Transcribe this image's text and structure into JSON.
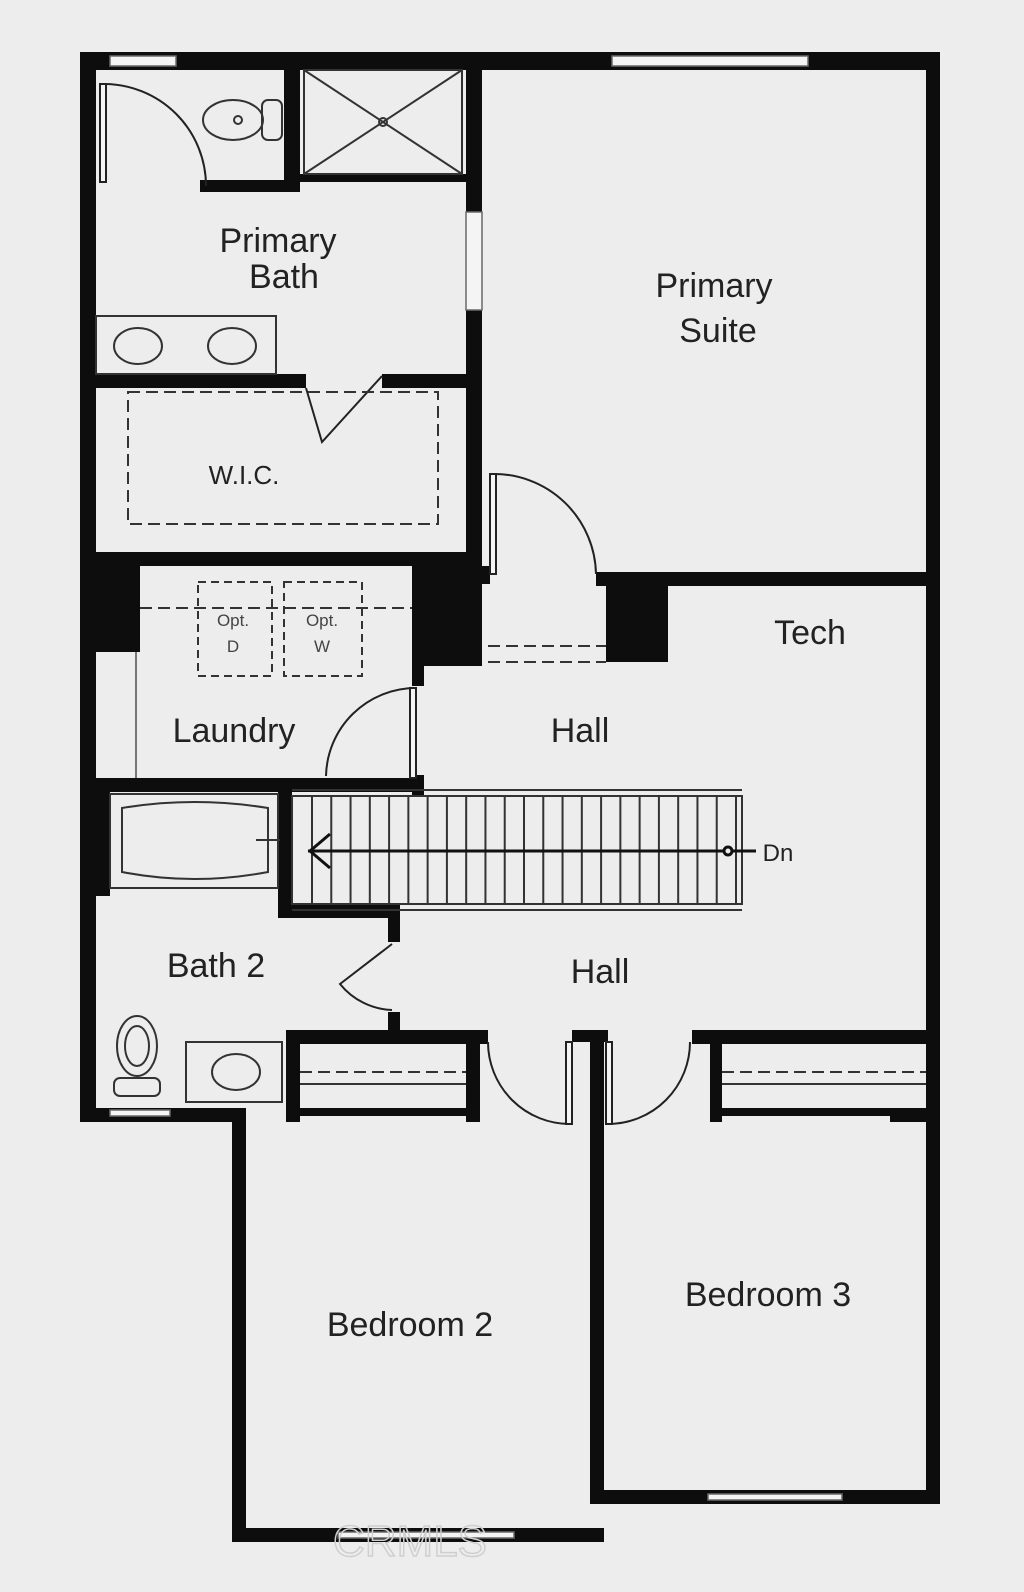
{
  "rooms": {
    "primary_bath_1": "Primary",
    "primary_bath_2": "Bath",
    "primary_suite_1": "Primary",
    "primary_suite_2": "Suite",
    "wic": "W.I.C.",
    "tech": "Tech",
    "laundry": "Laundry",
    "hall_upper": "Hall",
    "hall_lower": "Hall",
    "bath2": "Bath 2",
    "bedroom2": "Bedroom 2",
    "bedroom3": "Bedroom 3"
  },
  "appliances": {
    "opt_d_1": "Opt.",
    "opt_d_2": "D",
    "opt_w_1": "Opt.",
    "opt_w_2": "W"
  },
  "stairs": {
    "direction_label": "Dn"
  },
  "watermark": "CRMLS"
}
